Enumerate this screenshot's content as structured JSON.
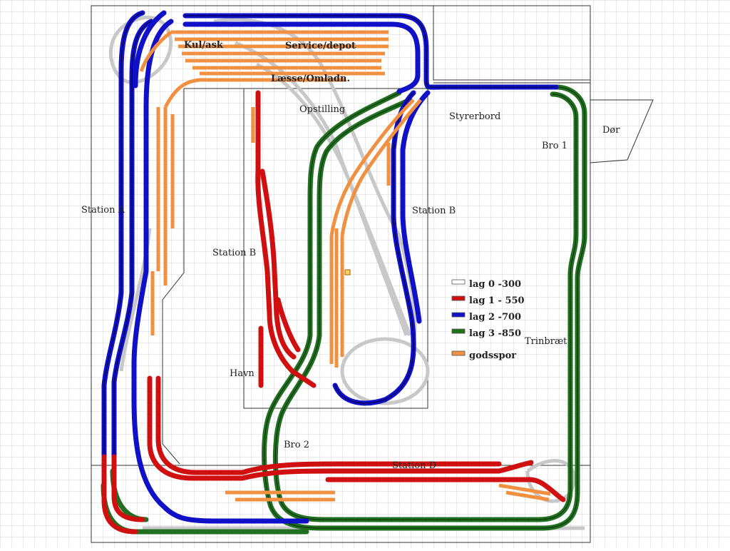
{
  "labels": {
    "kul_ask": "Kul/ask",
    "service_depot": "Service/depot",
    "laesse": "Læsse/Omladn.",
    "opstilling": "Opstilling",
    "styrerbord": "Styrerbord",
    "dor": "Dør",
    "bro1": "Bro 1",
    "station_a": "Station A",
    "station_b_left": "Station B",
    "station_b_right": "Station B",
    "havn": "Havn",
    "bro2": "Bro 2",
    "station_d": "Station D",
    "trinbraet": "Trinbræt"
  },
  "legend": [
    {
      "label": "lag 0 -300",
      "color": "#ffffff"
    },
    {
      "label": "lag 1 - 550",
      "color": "#d01010"
    },
    {
      "label": "lag 2 -700",
      "color": "#1010c8"
    },
    {
      "label": "lag 3 -850",
      "color": "#207020"
    },
    {
      "label": "godsspor",
      "color": "#f09040"
    }
  ],
  "colors": {
    "grid": "#d6d6d6",
    "wall": "#333333",
    "lag0": "#c8c8c8",
    "lag1": "#d01010",
    "lag2": "#1010c8",
    "lag3": "#207020",
    "gods": "#f09040",
    "rail": "#111111"
  }
}
